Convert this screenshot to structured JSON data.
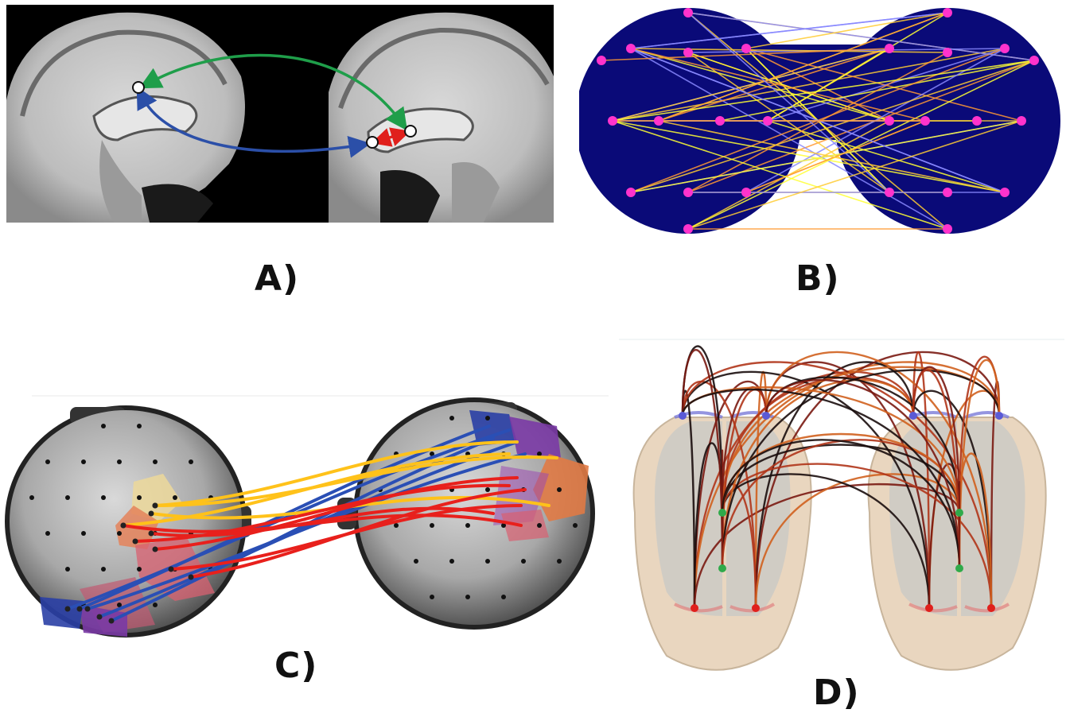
{
  "figure": {
    "labels": {
      "a": "A)",
      "b": "B)",
      "c": "C)",
      "d": "D)"
    }
  },
  "colors": {
    "panel_a_background": "#000000",
    "panel_a_arrow_green": "#1f9e4a",
    "panel_a_arrow_blue": "#2b4fa8",
    "panel_a_arrow_red": "#e0201c",
    "panel_b_head": "#0a0a78",
    "panel_b_electrode": "#ff33cc",
    "panel_b_edges": [
      "#ffff33",
      "#ff9933",
      "#8888ff",
      "#ffcc33"
    ],
    "panel_c_lines": [
      "#2a4fb5",
      "#ffc21a",
      "#e8201c"
    ],
    "panel_d_arcs": [
      "#1a0d0d",
      "#7a1a12",
      "#b0351a",
      "#d0601e"
    ],
    "panel_d_skin": "#e9d6bf"
  }
}
